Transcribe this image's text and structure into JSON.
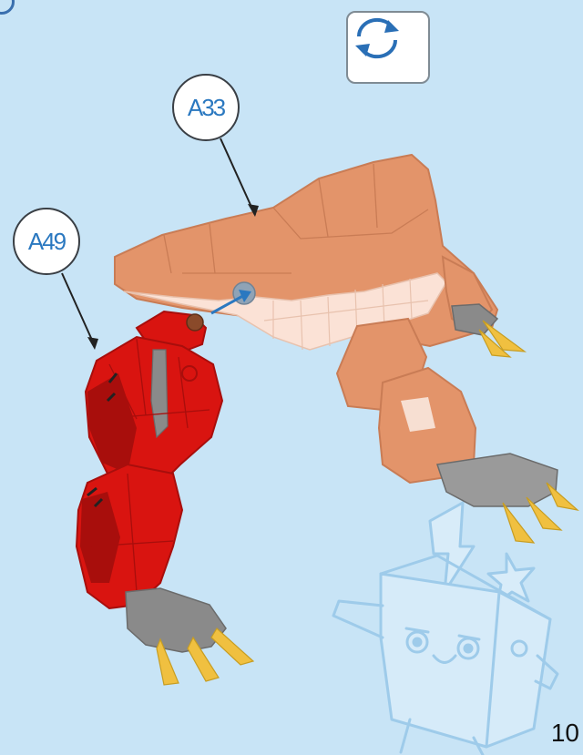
{
  "callouts": {
    "part_a33": "A33",
    "part_a49": "A49"
  },
  "controls": {
    "rotate_icon": "rotate-arrows-icon"
  },
  "page": {
    "number": "10"
  },
  "colors": {
    "background": "#c8e4f6",
    "body_tan": "#e3946a",
    "body_light": "#fbe2d6",
    "leg_red": "#d91410",
    "leg_red_dark": "#a80e0c",
    "claw_gray": "#8a8a8a",
    "talon_yellow": "#f0c040",
    "callout_text": "#2a78c0",
    "mascot_line": "#9ecbea"
  }
}
